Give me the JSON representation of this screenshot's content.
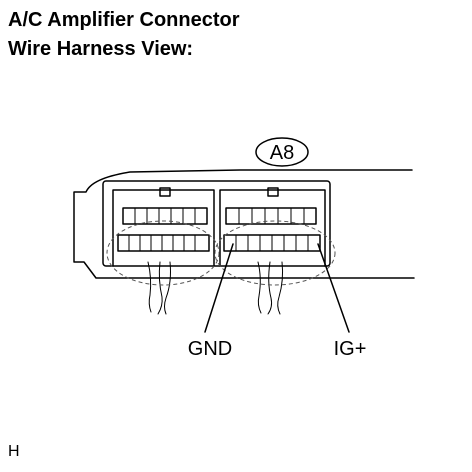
{
  "title": {
    "line1": "A/C Amplifier Connector",
    "line2": "Wire Harness View:"
  },
  "connector": {
    "code": "A8",
    "pins": [
      "GND",
      "IG+"
    ]
  },
  "footer": {
    "code": "H"
  }
}
